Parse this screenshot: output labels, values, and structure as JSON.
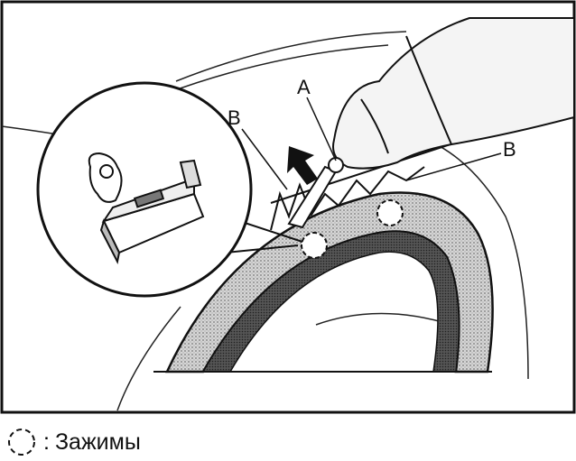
{
  "callouts": {
    "a": "A",
    "b_left": "B",
    "b_right": "B"
  },
  "legend": {
    "symbol": "dashed-circle-icon",
    "separator": ":",
    "label": "Зажимы"
  }
}
